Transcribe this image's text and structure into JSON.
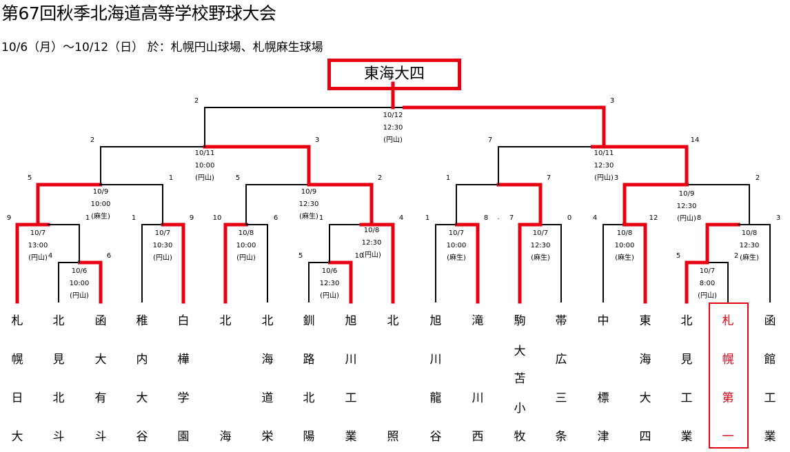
{
  "title": "第67回秋季北海道高等学校野球大会",
  "subtitle": "10/6（月）～10/12（日） 於：札幌円山球場、札幌麻生球場",
  "champion": "東海大四",
  "colors": {
    "winner_line": "#e60012",
    "line": "#000000",
    "winner_team_text": "#e60012"
  },
  "teams": [
    {
      "name": [
        "札",
        "幌",
        "日",
        "大"
      ]
    },
    {
      "name": [
        "北",
        "見",
        "北",
        "斗"
      ]
    },
    {
      "name": [
        "函",
        "大",
        "有",
        "斗"
      ]
    },
    {
      "name": [
        "稚",
        "内",
        "大",
        "谷"
      ]
    },
    {
      "name": [
        "白",
        "樺",
        "学",
        "園"
      ]
    },
    {
      "name": [
        "北",
        "",
        "",
        "海"
      ]
    },
    {
      "name": [
        "北",
        "海",
        "道",
        "栄"
      ]
    },
    {
      "name": [
        "釧",
        "路",
        "北",
        "陽"
      ]
    },
    {
      "name": [
        "旭",
        "川",
        "工",
        "業"
      ]
    },
    {
      "name": [
        "北",
        "",
        "",
        "照"
      ]
    },
    {
      "name": [
        "旭",
        "川",
        "龍",
        "谷"
      ]
    },
    {
      "name": [
        "滝",
        "",
        "川",
        "西"
      ]
    },
    {
      "name": [
        "駒",
        "大",
        "苫",
        "小",
        "牧"
      ]
    },
    {
      "name": [
        "帯",
        "広",
        "三",
        "条"
      ]
    },
    {
      "name": [
        "中",
        "",
        "標",
        "津"
      ]
    },
    {
      "name": [
        "東",
        "海",
        "大",
        "四"
      ]
    },
    {
      "name": [
        "北",
        "見",
        "工",
        "業"
      ]
    },
    {
      "name": [
        "札",
        "幌",
        "第",
        "一"
      ],
      "winner": true
    },
    {
      "name": [
        "函",
        "館",
        "工",
        "業"
      ]
    }
  ],
  "matches": [
    {
      "id": "r0a",
      "date": "10/6",
      "time": "10:00",
      "venue": "(円山)",
      "score_left": "4",
      "score_right": "6"
    },
    {
      "id": "r0b",
      "date": "10/6",
      "time": "12:30",
      "venue": "(円山)",
      "score_left": "5",
      "score_right": "10"
    },
    {
      "id": "r0c",
      "date": "10/7",
      "time": "8:00",
      "venue": "(円山)",
      "score_left": "5",
      "score_right": "2"
    },
    {
      "id": "r1a",
      "date": "10/7",
      "time": "13:00",
      "venue": "(円山)",
      "score_left": "9",
      "score_right": "1"
    },
    {
      "id": "r1b",
      "date": "10/7",
      "time": "10:30",
      "venue": "(円山)",
      "score_left": "1",
      "score_right": "9"
    },
    {
      "id": "r1c",
      "date": "10/8",
      "time": "10:00",
      "venue": "(円山)",
      "score_left": "10",
      "score_right": "6"
    },
    {
      "id": "r1d",
      "date": "10/8",
      "time": "12:30",
      "venue": "(円山)",
      "score_left": "1",
      "score_right": "4"
    },
    {
      "id": "r1e",
      "date": "10/7",
      "time": "10:00",
      "venue": "(麻生)",
      "score_left": "1",
      "score_right": "8"
    },
    {
      "id": "r1f",
      "date": "10/7",
      "time": "12:30",
      "venue": "(麻生)",
      "score_left": "7",
      "score_right": "0"
    },
    {
      "id": "r1g",
      "date": "10/8",
      "time": "10:00",
      "venue": "(麻生)",
      "score_left": "4",
      "score_right": "12"
    },
    {
      "id": "r1h",
      "date": "10/8",
      "time": "12:30",
      "venue": "(麻生)",
      "score_left": "8",
      "score_right": "3"
    },
    {
      "id": "r2a",
      "date": "10/9",
      "time": "10:00",
      "venue": "(麻生)",
      "score_left": "5",
      "score_right": "1"
    },
    {
      "id": "r2b",
      "date": "10/9",
      "time": "12:30",
      "venue": "(麻生)",
      "score_left": "5",
      "score_right": "2"
    },
    {
      "id": "r2c",
      "date": "",
      "time": "",
      "venue": "",
      "score_left": "1",
      "score_right": "7"
    },
    {
      "id": "r2d",
      "date": "10/9",
      "time": "12:30",
      "venue": "(円山)",
      "score_left": "3",
      "score_right": "2"
    },
    {
      "id": "r3a",
      "date": "10/11",
      "time": "10:00",
      "venue": "(円山)",
      "score_left": "2",
      "score_right": "3"
    },
    {
      "id": "r3b",
      "date": "10/11",
      "time": "12:30",
      "venue": "(円山)",
      "score_left": "7",
      "score_right": "14"
    },
    {
      "id": "r4",
      "date": "10/12",
      "time": "12:30",
      "venue": "(円山)",
      "score_left": "2",
      "score_right": "3"
    }
  ],
  "misc_dot": "."
}
